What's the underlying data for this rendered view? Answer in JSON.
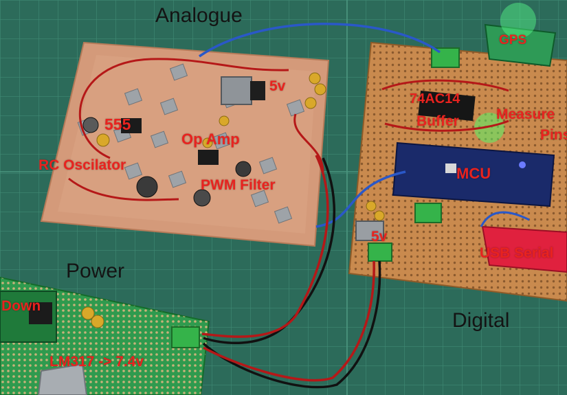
{
  "photo": {
    "colors": {
      "cutting_mat": "#2c6b5a",
      "grid_lines": "#3f8a74",
      "copper_board": "#d49a7a",
      "stripboard": "#c98a4e",
      "protoboard": "#2f9a4e",
      "mcu_board": "#1a2a6a",
      "usb_serial_board": "#e0213e",
      "label_red": "#e8231f",
      "heading_text": "#141414"
    },
    "sections": {
      "analogue": "Analogue",
      "power": "Power",
      "digital": "Digital"
    },
    "component_labels": {
      "timer": "555",
      "rc_oscillator": "RC Oscilator",
      "op_amp": "Op Amp",
      "pwm_filter": "PWM Filter",
      "regulator_analogue": "5v",
      "buffer_chip": "74AC14",
      "buffer": "Buffer",
      "gps": "GPS",
      "measure": "Measure",
      "pins": "Pins",
      "mcu": "MCU",
      "regulator_digital": "5v",
      "usb_serial": "USB Serial",
      "step_down": "Down",
      "lm317": "LM317 -> 7.4v"
    }
  }
}
